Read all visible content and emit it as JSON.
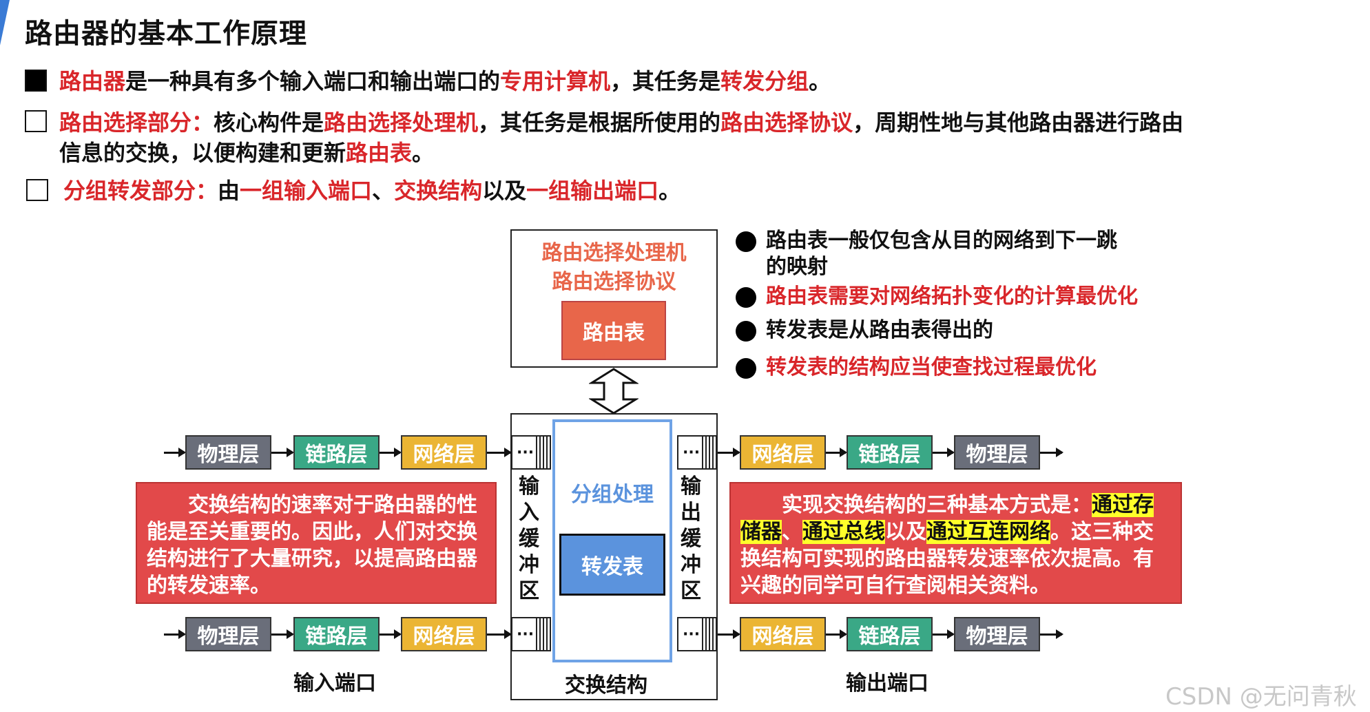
{
  "title": "路由器的基本工作原理",
  "intro": {
    "p1": {
      "a": "路由器",
      "b": "是一种具有多个输入端口和输出端口的",
      "c": "专用计算机",
      "d": "，其任务是",
      "e": "转发分组",
      "f": "。"
    },
    "p2": {
      "a": "路由选择部分：",
      "b": "核心构件是",
      "c": "路由选择处理机",
      "d": "，其任务是根据所使用的",
      "e": "路由选择协议",
      "f": "，周期性地与其他路由器进行路由",
      "g": "信息的交换，以便构建和更新",
      "h": "路由表",
      "i": "。"
    },
    "p3": {
      "a": "分组转发部分：",
      "b": "由",
      "c": "一组输入端口",
      "d": "、",
      "e": "交换结构",
      "f": "以及",
      "g": "一组输出端口",
      "h": "。"
    }
  },
  "routing": {
    "line1": "路由选择处理机",
    "line2": "路由选择协议",
    "table": "路由表"
  },
  "switch": {
    "processing": "分组处理",
    "forwarding_table": "转发表",
    "label": "交换结构",
    "input_buffer": "输入缓冲区",
    "output_buffer": "输出缓冲区",
    "dots": "···"
  },
  "layers": {
    "physical": "物理层",
    "link": "链路层",
    "network": "网络层"
  },
  "ports": {
    "input": "输入端口",
    "output": "输出端口"
  },
  "notes": [
    {
      "text": "路由表一般仅包含从目的网络到下一跳",
      "text2": "的映射",
      "red": false
    },
    {
      "text": "路由表需要对网络拓扑变化的计算最优化",
      "red": true
    },
    {
      "text": "转发表是从路由表得出的",
      "red": false
    },
    {
      "text": "转发表的结构应当使查找过程最优化",
      "red": true
    }
  ],
  "left_callout": "交换结构的速率对于路由器的性能是至关重要的。因此，人们对交换结构进行了大量研究，以提高路由器的转发速率。",
  "right_callout": {
    "a": "实现交换结构的三种基本方式是：",
    "b": "通过存储器",
    "c": "、",
    "d": "通过总线",
    "e": "以及",
    "f": "通过互连网络",
    "g": "。这三种交换结构可实现的路由器转发速率依次提高。有兴趣的同学可自行查阅相关资料。"
  },
  "watermark": "CSDN @无问青秋",
  "colors": {
    "red": "#d9262a",
    "orange": "#e8664a",
    "blue": "#5b93dd",
    "callout": "#e2494a"
  }
}
